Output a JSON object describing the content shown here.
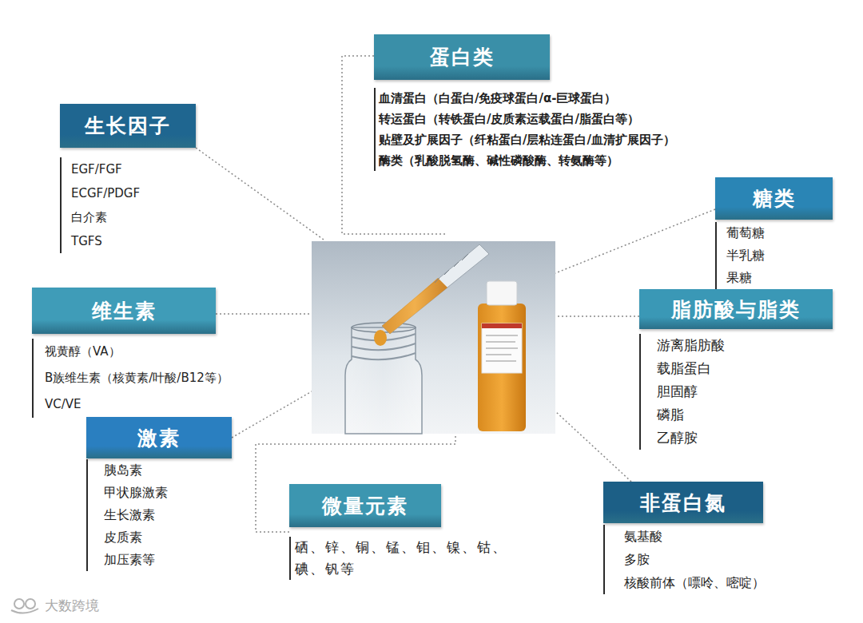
{
  "diagram": {
    "nodes": [
      {
        "text": [
          "蛋白类",
          "血清蛋白（白蛋白/免疫球蛋白/α-巨球蛋白）",
          "转运蛋白（转铁蛋白/皮质素运载蛋白/脂蛋白等）",
          "贴壁及扩展因子（纤粘蛋白/层粘连蛋白/血清扩展因子）",
          "酶类（乳酸脱氢酶、碱性磷酸酶、转氨酶等）"
        ]
      },
      {
        "text": [
          "生长因子",
          "EGF/FGF",
          "ECGF/PDGF",
          "白介素",
          "TGFS"
        ]
      },
      {
        "text": [
          "糖类",
          "葡萄糖",
          "半乳糖",
          "果糖"
        ]
      },
      {
        "text": [
          "维生素",
          "视黄醇（VA）",
          "B族维生素（核黄素/叶酸/B12等）",
          "VC/VE"
        ]
      },
      {
        "text": [
          "脂肪酸与脂类",
          "游离脂肪酸",
          "载脂蛋白",
          "胆固醇",
          "磷脂",
          "乙醇胺"
        ]
      },
      {
        "text": [
          "激素",
          "胰岛素",
          "甲状腺激素",
          "生长激素",
          "皮质素",
          "加压素等"
        ]
      },
      {
        "text": [
          "非蛋白氮",
          "氨基酸",
          "多胺",
          "核酸前体（嘌呤、嘧啶）"
        ]
      },
      {
        "text": [
          "微量元素",
          "硒、锌、铜、锰、钼、镍、钴、 碘、钒等"
        ]
      }
    ],
    "labels": [
      "大数跨境"
    ]
  }
}
